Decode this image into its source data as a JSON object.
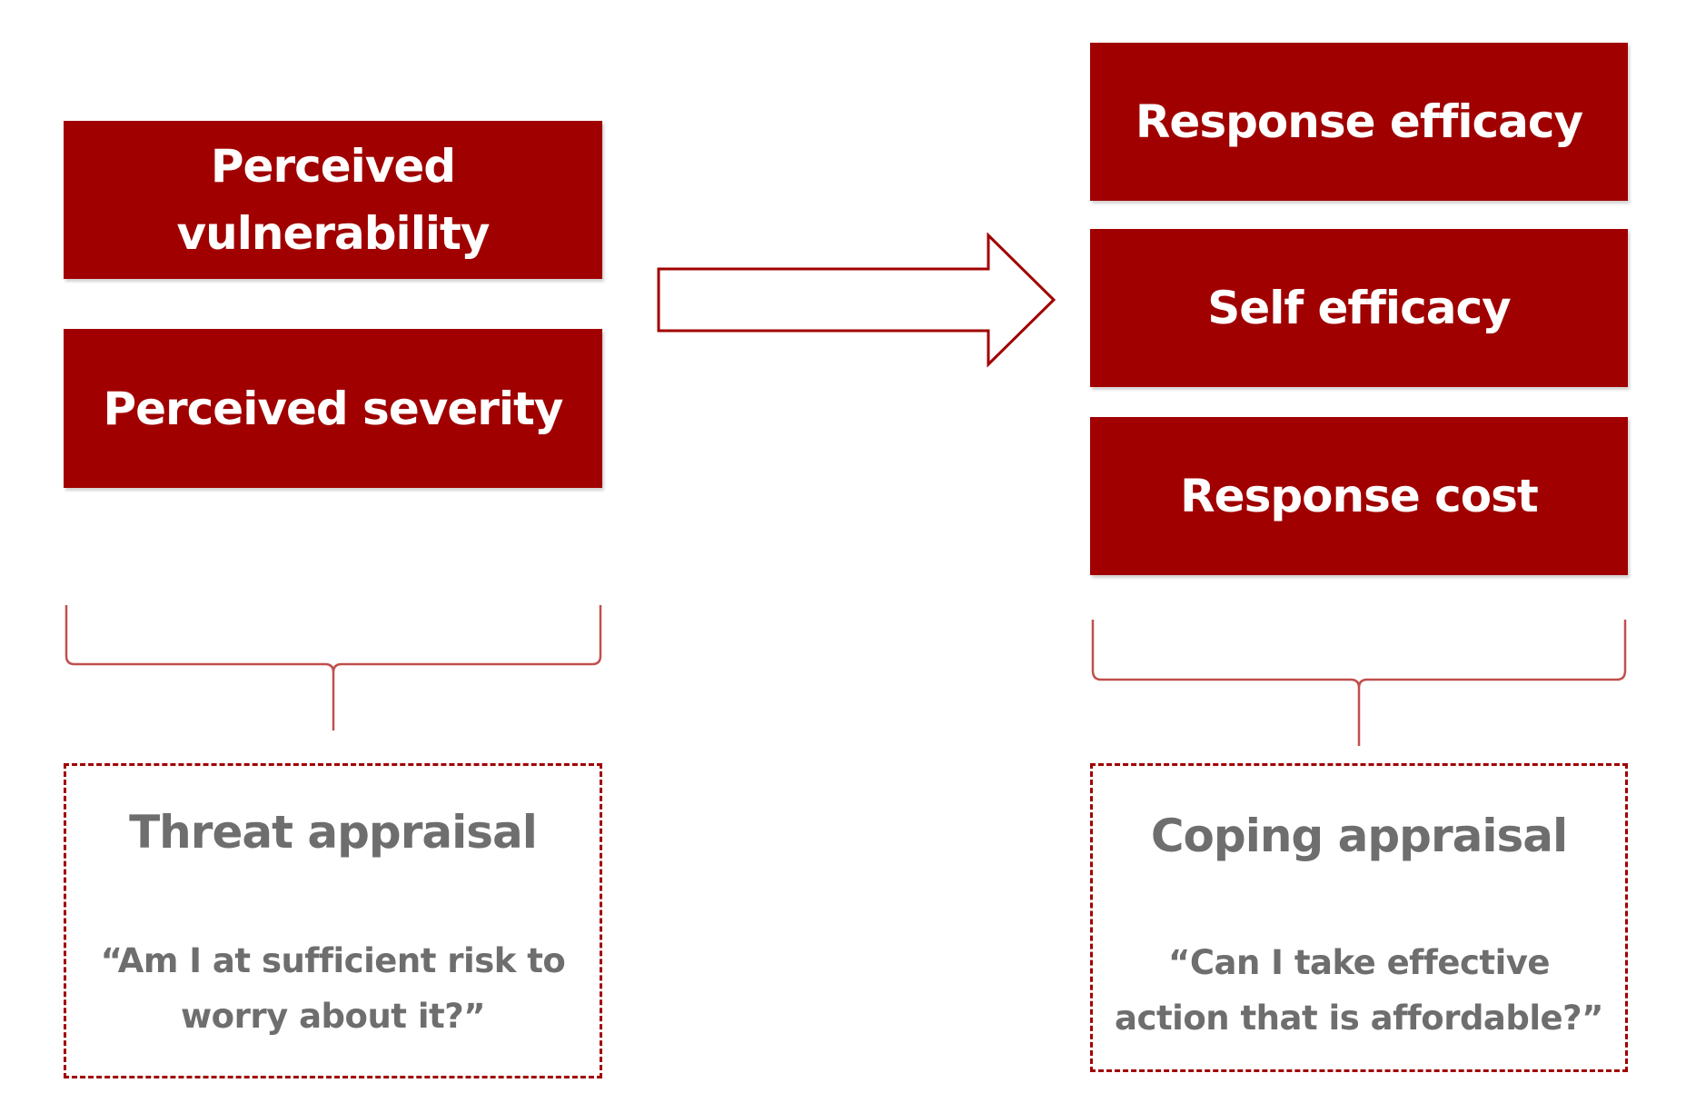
{
  "threat": {
    "factors": [
      "Perceived vulnerability",
      "Perceived severity"
    ],
    "factor_lines": [
      [
        "Perceived",
        "vulnerability"
      ],
      [
        "Perceived severity"
      ]
    ],
    "appraisal_title": "Threat appraisal",
    "appraisal_quote_lines": [
      "“Am I at sufficient risk to",
      "worry about it?”"
    ]
  },
  "coping": {
    "factors": [
      "Response efficacy",
      "Self efficacy",
      "Response cost"
    ],
    "appraisal_title": "Coping appraisal",
    "appraisal_quote_lines": [
      "“Can I take effective",
      "action that is affordable?”"
    ]
  },
  "colors": {
    "box_fill": "#a00000",
    "box_text": "#ffffff",
    "appraisal_text": "#6e6e6e",
    "outline": "#a00000"
  },
  "icons": {
    "arrow": "right-arrow-icon",
    "left_brace": "brace-icon",
    "right_brace": "brace-icon"
  }
}
